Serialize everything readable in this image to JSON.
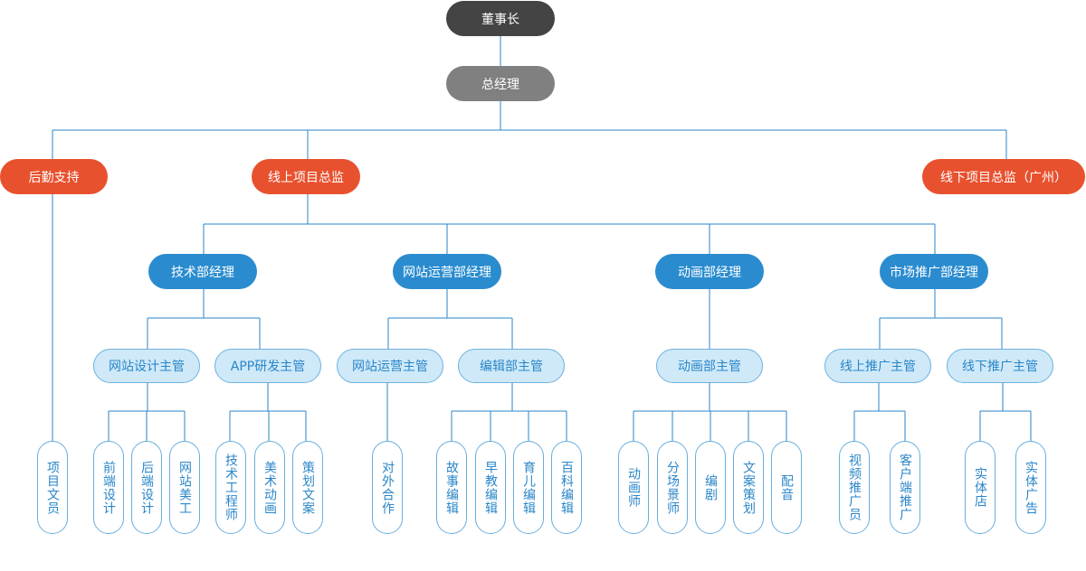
{
  "colors": {
    "line": "#2a86c8",
    "ceo": "#444444",
    "gm": "#808080",
    "director": "#e8512e",
    "manager": "#2a8ccf",
    "supervisor_fill": "#cfe9f8",
    "leaf_border": "#6aaedc"
  },
  "org": {
    "ceo": "董事长",
    "gm": "总经理",
    "directors": {
      "logistics": "后勤支持",
      "online": "线上项目总监",
      "offline": "线下项目总监（广州）"
    },
    "managers": {
      "tech": "技术部经理",
      "web_ops": "网站运营部经理",
      "animation": "动画部经理",
      "marketing": "市场推广部经理"
    },
    "supervisors": {
      "web_design": "网站设计主管",
      "app_dev": "APP研发主管",
      "web_ops": "网站运营主管",
      "editorial": "编辑部主管",
      "animation": "动画部主管",
      "online_promo": "线上推广主管",
      "offline_promo": "线下推广主管"
    },
    "staff": {
      "project_clerk": "项目文员",
      "frontend": "前端设计",
      "backend": "后端设计",
      "web_art": "网站美工",
      "tech_engineer": "技术工程师",
      "art_animation": "美术动画",
      "planning_copy": "策划文案",
      "external_coop": "对外合作",
      "story_editor": "故事编辑",
      "early_edu_editor": "早教编辑",
      "parenting_editor": "育儿编辑",
      "encyclopedia_editor": "百科编辑",
      "animator": "动画师",
      "storyboard": "分场景师",
      "screenwriter": "编剧",
      "copy_planning": "文案策划",
      "voice_over": "配音",
      "video_promoter": "视频推广员",
      "client_promo": "客户端推广",
      "store": "实体店",
      "physical_ads": "实体广告"
    }
  }
}
